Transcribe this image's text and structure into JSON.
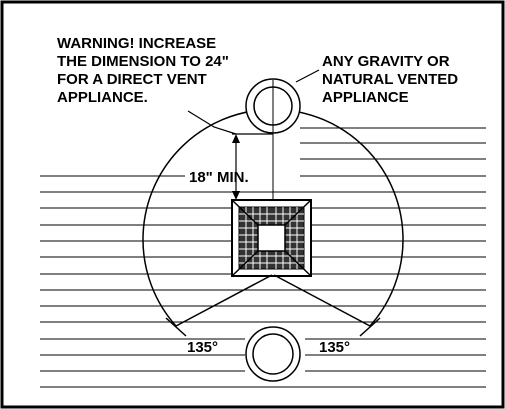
{
  "warning_lines": [
    "WARNING! INCREASE",
    "THE DIMENSION TO 24\"",
    "FOR A DIRECT VENT",
    "APPLIANCE."
  ],
  "appliance_lines": [
    "ANY GRAVITY OR",
    "NATURAL VENTED",
    "APPLIANCE"
  ],
  "dimension_label": "18\" MIN.",
  "angle_left": "135°",
  "angle_right": "135°",
  "colors": {
    "ink": "#000000",
    "paper": "#ffffff"
  }
}
